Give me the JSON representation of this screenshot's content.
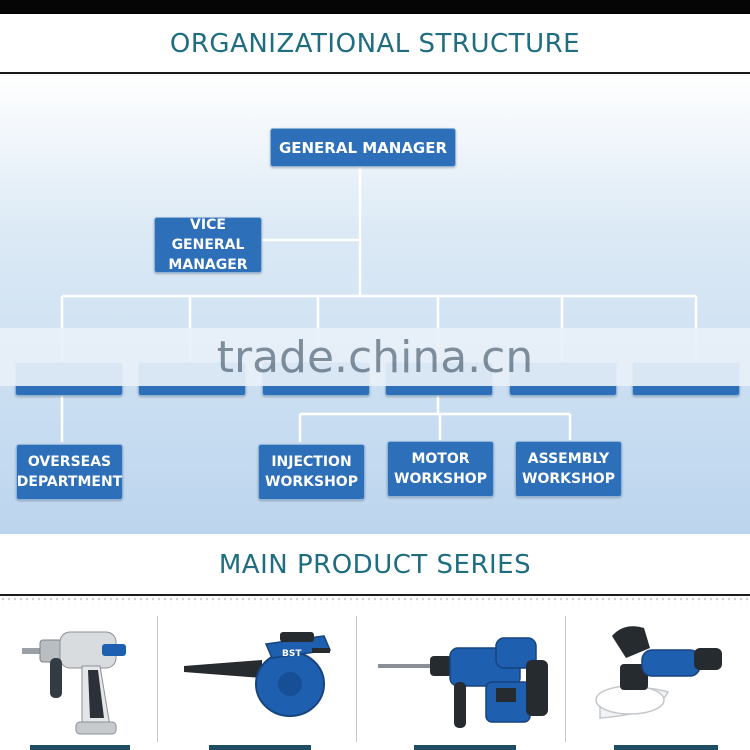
{
  "sections": {
    "org_title": "ORGANIZATIONAL STRUCTURE",
    "product_title": "MAIN PRODUCT SERIES"
  },
  "org": {
    "general_manager": "GENERAL MANAGER",
    "vice_general_manager": [
      "VICE GENERAL",
      "MANAGER"
    ],
    "overseas_department": [
      "OVERSEAS",
      "DEPARTMENT"
    ],
    "injection_workshop": [
      "INJECTION",
      "WORKSHOP"
    ],
    "motor_workshop": [
      "MOTOR",
      "WORKSHOP"
    ],
    "assembly_workshop": [
      "ASSEMBLY",
      "WORKSHOP"
    ]
  },
  "watermark": "trade.china.cn",
  "products": {
    "brand_mark": "BST",
    "items": [
      "impact-drill-icon",
      "electric-blower-icon",
      "rotary-hammer-icon",
      "car-polisher-icon"
    ]
  },
  "colors": {
    "title_text": "#1f6d80",
    "box_fill": "#2d6fb8",
    "connector": "#ffffff",
    "background_top": "#ffffff",
    "background_bottom": "#bcd5ee",
    "tool_blue": "#1f5fb0"
  }
}
